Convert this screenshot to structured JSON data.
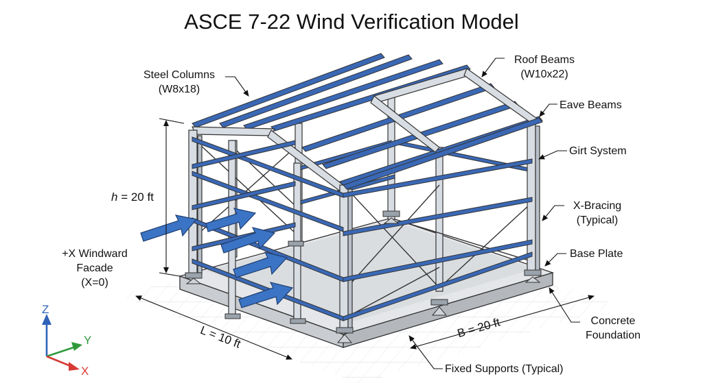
{
  "title": "ASCE 7-22 Wind Verification Model",
  "callouts": {
    "steel_columns": [
      "Steel Columns",
      "(W8x18)"
    ],
    "roof_beams": [
      "Roof Beams",
      "(W10x22)"
    ],
    "eave_beams": "Eave Beams",
    "girt_system": "Girt System",
    "x_bracing": [
      "X-Bracing",
      "(Typical)"
    ],
    "base_plate": "Base Plate",
    "concrete_foundation": [
      "Concrete",
      "Foundation"
    ],
    "fixed_supports": "Fixed Supports (Typical)",
    "windward_facade": [
      "+X Windward",
      "Facade",
      "(X=0)"
    ]
  },
  "dimensions": {
    "height_var": "h",
    "height_rest": " = 20 ft",
    "length": "L = 10 ft",
    "width": "B = 20 ft"
  },
  "axes": {
    "x": "X",
    "y": "Y",
    "z": "Z"
  },
  "colors": {
    "steel_blue": "#3a68b5",
    "steel_gray": "#d8dde3",
    "wind_arrow": "#3b74c4",
    "axis_x": "#d63a35",
    "axis_y": "#2f9a3a",
    "axis_z": "#2f63b8"
  },
  "icons": [
    "wind-arrow-icon",
    "fixed-support-icon",
    "axis-triad-icon"
  ]
}
